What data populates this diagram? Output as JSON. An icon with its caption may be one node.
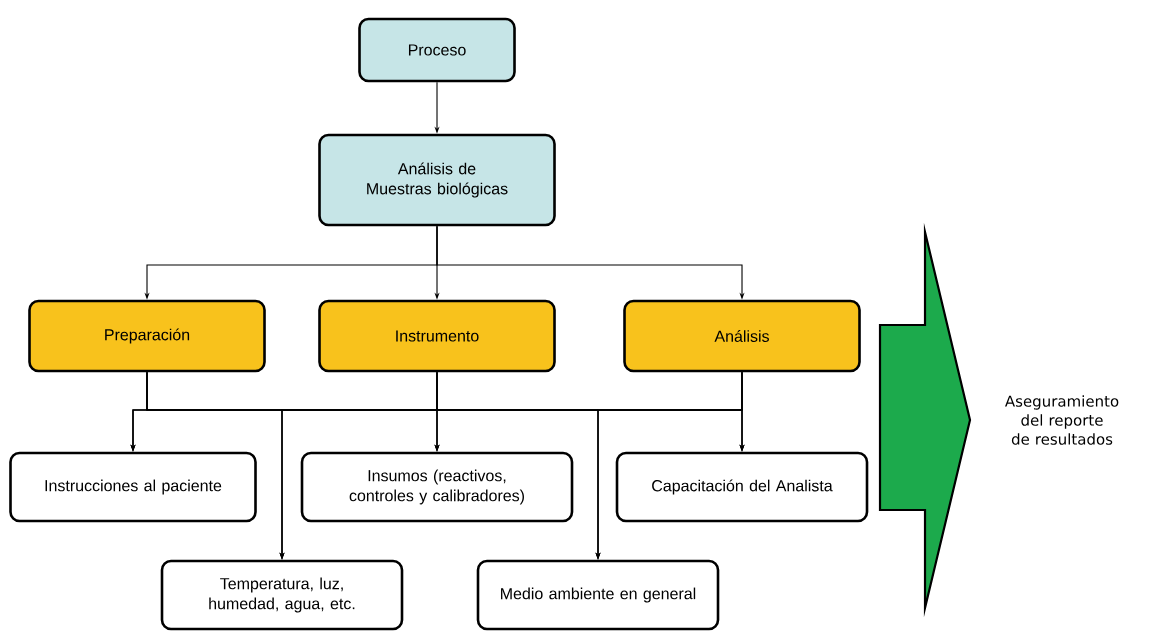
{
  "diagram": {
    "nodes": [
      {
        "text": [
          "Proceso"
        ]
      },
      {
        "text": [
          "Análisis de Muestras biológicas"
        ]
      },
      {
        "text": [
          "Preparación"
        ]
      },
      {
        "text": [
          "Instrumento"
        ]
      },
      {
        "text": [
          "Análisis"
        ]
      },
      {
        "text": [
          "Instrucciones al paciente"
        ]
      },
      {
        "text": [
          "Insumos (reactivos, controles y calibradores)"
        ]
      },
      {
        "text": [
          "Capacitación del Analista"
        ]
      },
      {
        "text": [
          "Temperatura, luz, humedad, agua, etc."
        ]
      },
      {
        "text": [
          "Medio ambiente en general"
        ]
      },
      {
        "text": [
          "Aseguramiento del reporte de resultados"
        ]
      }
    ],
    "edges": [
      {
        "from": 0,
        "to": 1,
        "arrow": "to"
      },
      {
        "from": 1,
        "to": 2,
        "arrow": "to"
      },
      {
        "from": 1,
        "to": 3,
        "arrow": "to"
      },
      {
        "from": 1,
        "to": 4,
        "arrow": "to"
      },
      {
        "from": 2,
        "to": 5,
        "arrow": "to"
      },
      {
        "from": 2,
        "to": 8,
        "arrow": "to"
      },
      {
        "from": 2,
        "to": 6,
        "arrow": "to"
      },
      {
        "from": 2,
        "to": 9,
        "arrow": "to"
      },
      {
        "from": 2,
        "to": 7,
        "arrow": "to"
      },
      {
        "from": 3,
        "to": 5,
        "arrow": "to"
      },
      {
        "from": 3,
        "to": 8,
        "arrow": "to"
      },
      {
        "from": 3,
        "to": 6,
        "arrow": "to"
      },
      {
        "from": 3,
        "to": 9,
        "arrow": "to"
      },
      {
        "from": 3,
        "to": 7,
        "arrow": "to"
      },
      {
        "from": 4,
        "to": 5,
        "arrow": "to"
      },
      {
        "from": 4,
        "to": 8,
        "arrow": "to"
      },
      {
        "from": 4,
        "to": 6,
        "arrow": "to"
      },
      {
        "from": 4,
        "to": 9,
        "arrow": "to"
      },
      {
        "from": 4,
        "to": 7,
        "arrow": "to"
      }
    ]
  }
}
